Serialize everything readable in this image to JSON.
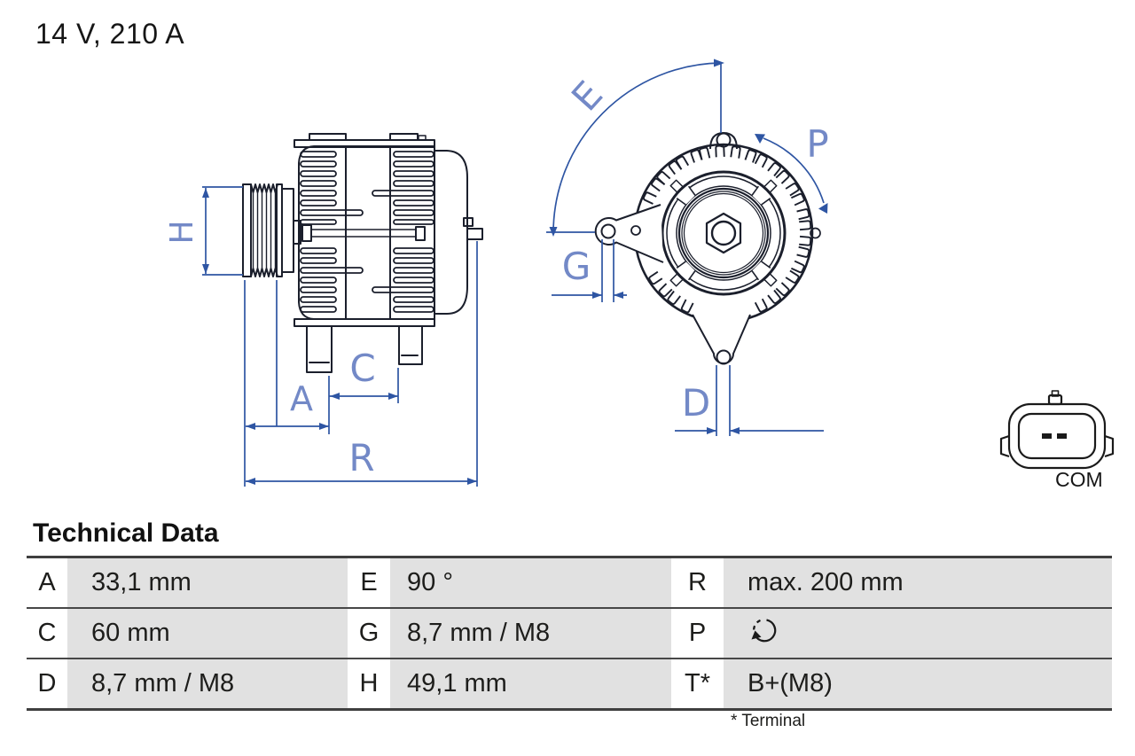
{
  "header": {
    "rating": "14 V, 210 A"
  },
  "diagram": {
    "dimension_labels": {
      "H": "H",
      "A": "A",
      "C": "C",
      "R": "R",
      "E": "E",
      "G": "G",
      "P": "P",
      "D": "D"
    },
    "connector": {
      "label": "COM",
      "icon": "com-connector-2pin-icon"
    },
    "colors": {
      "drawing": "#1b1f2c",
      "dimension_line": "#2e55a3",
      "dimension_label": "#7389c7"
    }
  },
  "table": {
    "title": "Technical Data",
    "rows": [
      {
        "cells": [
          {
            "key": "A",
            "value": "33,1 mm"
          },
          {
            "key": "E",
            "value": "90 °"
          },
          {
            "key": "R",
            "value": "max. 200 mm"
          }
        ]
      },
      {
        "cells": [
          {
            "key": "C",
            "value": "60 mm"
          },
          {
            "key": "G",
            "value": "8,7 mm / M8"
          },
          {
            "key": "P",
            "value": "",
            "icon": "counterclockwise-rotation-icon"
          }
        ]
      },
      {
        "cells": [
          {
            "key": "D",
            "value": "8,7 mm / M8"
          },
          {
            "key": "H",
            "value": "49,1 mm"
          },
          {
            "key": "T*",
            "value": "B+(M8)"
          }
        ]
      }
    ],
    "footnote": "* Terminal"
  }
}
